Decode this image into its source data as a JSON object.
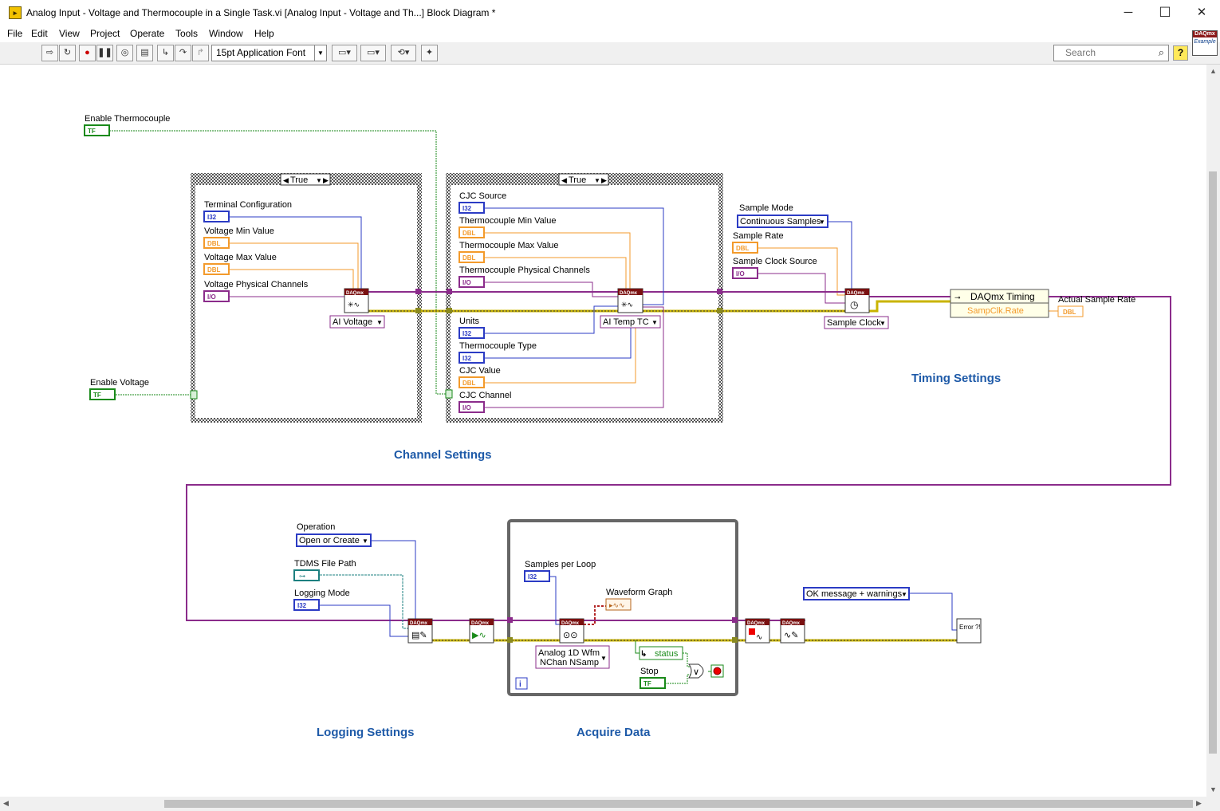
{
  "window": {
    "title": "Analog Input - Voltage and Thermocouple in a Single Task.vi [Analog Input - Voltage and Th...] Block Diagram *",
    "app_icon": "labview-vi-icon",
    "minimize": "─",
    "maximize": "☐",
    "close": "✕"
  },
  "menu": [
    "File",
    "Edit",
    "View",
    "Project",
    "Operate",
    "Tools",
    "Window",
    "Help"
  ],
  "toolbar": {
    "font": "15pt Application Font",
    "search_placeholder": "Search",
    "help": "?",
    "vi_icon_top": "DAQmx",
    "vi_icon_bottom": "Example",
    "icons": [
      "run-arrow-icon",
      "highlight-execution-icon",
      "abort-icon",
      "pause-icon",
      "bulb-icon",
      "retain-wire-values-icon",
      "step-into-icon",
      "step-over-icon",
      "step-out-icon",
      "align-icon",
      "distribute-icon",
      "reorder-icon",
      "cleanup-icon"
    ]
  },
  "diagram": {
    "labels": {
      "channel_settings": "Channel Settings",
      "timing_settings": "Timing Settings",
      "logging_settings": "Logging Settings",
      "acquire_data": "Acquire Data"
    },
    "case_structures": [
      {
        "selector": "True"
      },
      {
        "selector": "True"
      }
    ],
    "controls": {
      "enable_thermocouple": {
        "label": "Enable Thermocouple",
        "type": "TF"
      },
      "enable_voltage": {
        "label": "Enable Voltage",
        "type": "TF"
      },
      "terminal_configuration": {
        "label": "Terminal Configuration",
        "type": "I32"
      },
      "voltage_min": {
        "label": "Voltage Min Value",
        "type": "DBL"
      },
      "voltage_max": {
        "label": "Voltage Max Value",
        "type": "DBL"
      },
      "voltage_channels": {
        "label": "Voltage Physical Channels",
        "type": "I/O"
      },
      "cjc_source": {
        "label": "CJC Source",
        "type": "I32"
      },
      "tc_min": {
        "label": "Thermocouple Min Value",
        "type": "DBL"
      },
      "tc_max": {
        "label": "Thermocouple Max Value",
        "type": "DBL"
      },
      "tc_channels": {
        "label": "Thermocouple Physical Channels",
        "type": "I/O"
      },
      "units": {
        "label": "Units",
        "type": "I32"
      },
      "tc_type": {
        "label": "Thermocouple Type",
        "type": "I32"
      },
      "cjc_value": {
        "label": "CJC Value",
        "type": "DBL"
      },
      "cjc_channel": {
        "label": "CJC Channel",
        "type": "I/O"
      },
      "sample_mode": {
        "label": "Sample Mode",
        "value": "Continuous Samples"
      },
      "sample_rate": {
        "label": "Sample Rate",
        "type": "DBL"
      },
      "sample_clock_source": {
        "label": "Sample Clock Source",
        "type": "I/O"
      },
      "actual_sample_rate": {
        "label": "Actual Sample Rate",
        "type": "DBL"
      },
      "operation": {
        "label": "Operation",
        "value": "Open or Create"
      },
      "tdms_file_path": {
        "label": "TDMS File Path"
      },
      "logging_mode": {
        "label": "Logging Mode",
        "type": "I32"
      },
      "samples_per_loop": {
        "label": "Samples per Loop",
        "type": "I32"
      },
      "waveform_graph": {
        "label": "Waveform Graph"
      },
      "stop": {
        "label": "Stop",
        "type": "TF"
      },
      "error_message": {
        "value": "OK message + warnings"
      }
    },
    "selectors": {
      "ai_voltage": "AI Voltage",
      "ai_temp_tc": "AI Temp TC",
      "sample_clock": "Sample Clock",
      "read_type_line1": "Analog 1D Wfm",
      "read_type_line2": "NChan NSamp"
    },
    "property_node": {
      "title": "DAQmx Timing",
      "property": "SampClk.Rate"
    },
    "vi_badge": "DAQmx",
    "status_label": "status",
    "loop_iteration": "i",
    "error_node": "Error ?!",
    "or_gate": "∨"
  },
  "colors": {
    "int_wire": "#2b3bc4",
    "dbl_wire": "#f39a2b",
    "io_wire": "#8b2c8b",
    "bool_wire": "#1a8a1a",
    "error_wire": "#c9b400",
    "path_wire": "#1d8080",
    "label_blue": "#1e5aa8",
    "daqmx_header": "#7a1010"
  }
}
